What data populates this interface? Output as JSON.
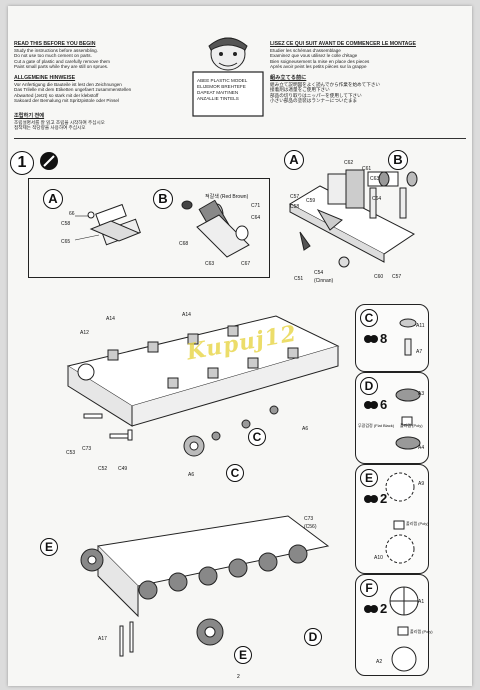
{
  "header": {
    "en": {
      "title": "READ THIS BEFORE YOU BEGIN",
      "lines": [
        "Study the instructions before assembling.",
        "Do not use too much cement on parts.",
        "Cut a gate of plastic and carefully remove them",
        "Paint small parts while they are still on sprues."
      ]
    },
    "de": {
      "title": "ALLGEMEINE HINWEISE",
      "lines": [
        "Vor Anfertigung die Bauteile ist lest den Zeichnungen",
        "Das Trilelle mit dem Etiketten ungefaert zusammenstellen",
        "Abwarted (Jetzt) so stark mit der klebstoff",
        "Sakoard der Bemalung mit Spritzpistole oder Pinsel"
      ]
    },
    "fr": {
      "title": "LISEZ CE QUI SUIT AVANT DE COMMENCER LE MONTAGE",
      "lines": [
        "Etudier les schémas d'assemblage",
        "Examinez que vous utilisez le colle d'étage",
        "Bien soigneusement la mise en place des pieces",
        "Après avoir peint les petits pièces sur la grappe"
      ]
    },
    "jp": {
      "title": "組み立てる前に",
      "lines": [
        "組み立て説明図をよく読んでから作業を始めて下さい",
        "接着剤は適量をご使用下さい",
        "部品の切り取りはニッパーを使用して下さい",
        "小さい部品の塗装はランナーについたまま"
      ]
    },
    "kr_title": "조립하기 전에",
    "kr_lines": [
      "조립설명서를 잘 읽고 조립을 시작하여 주십시오",
      "접착제는 적당량을 사용하여 주십시오"
    ],
    "mascot_note": [
      "ABEE PLASTIC MODEL",
      "ELIJEMOR BREHTEFE",
      "DAPEAT MAITINEN",
      "ANZALLIE TINTELS"
    ]
  },
  "step": {
    "number": "1",
    "cement_icon": "no-cement-icon"
  },
  "parts": {
    "top": [
      "C62",
      "C61",
      "C63",
      "C57",
      "C58",
      "C59",
      "C64",
      "C51",
      "C54",
      "C60",
      "C57"
    ],
    "top_note": "(Cinnan)",
    "subA": [
      "66",
      "C58",
      "C65"
    ],
    "subB": [
      "C71",
      "C64",
      "C68",
      "C63",
      "C67"
    ],
    "red_brown": "적갈색 (Red Brown)",
    "hull": [
      "A14",
      "A14",
      "A12",
      "C53",
      "C73",
      "C52",
      "C49",
      "A6",
      "A6"
    ],
    "lower": [
      "C73",
      "(C56)",
      "A17"
    ]
  },
  "letters": {
    "A": "A",
    "B": "B",
    "C": "C",
    "D": "D",
    "E": "E",
    "F": "F"
  },
  "side_panels": [
    {
      "letter": "C",
      "count": "8",
      "labels": [
        "A11",
        "A7"
      ]
    },
    {
      "letter": "D",
      "count": "6",
      "labels": [
        "A3",
        "A4"
      ],
      "note_flat": "무광검정 (Flat Black)",
      "note_poly": "폴리캡 (Poly)"
    },
    {
      "letter": "E",
      "count": "2",
      "labels": [
        "A9",
        "A10"
      ],
      "note_poly": "폴리캡 (Poly)"
    },
    {
      "letter": "F",
      "count": "2",
      "labels": [
        "A1",
        "A2"
      ],
      "note_poly": "폴리캡 (Poly)"
    }
  ],
  "watermark": "Kupuj12",
  "page_number": "2",
  "colors": {
    "paper": "#f7f7f5",
    "ink": "#111111",
    "watermark": "#e8d64a"
  }
}
